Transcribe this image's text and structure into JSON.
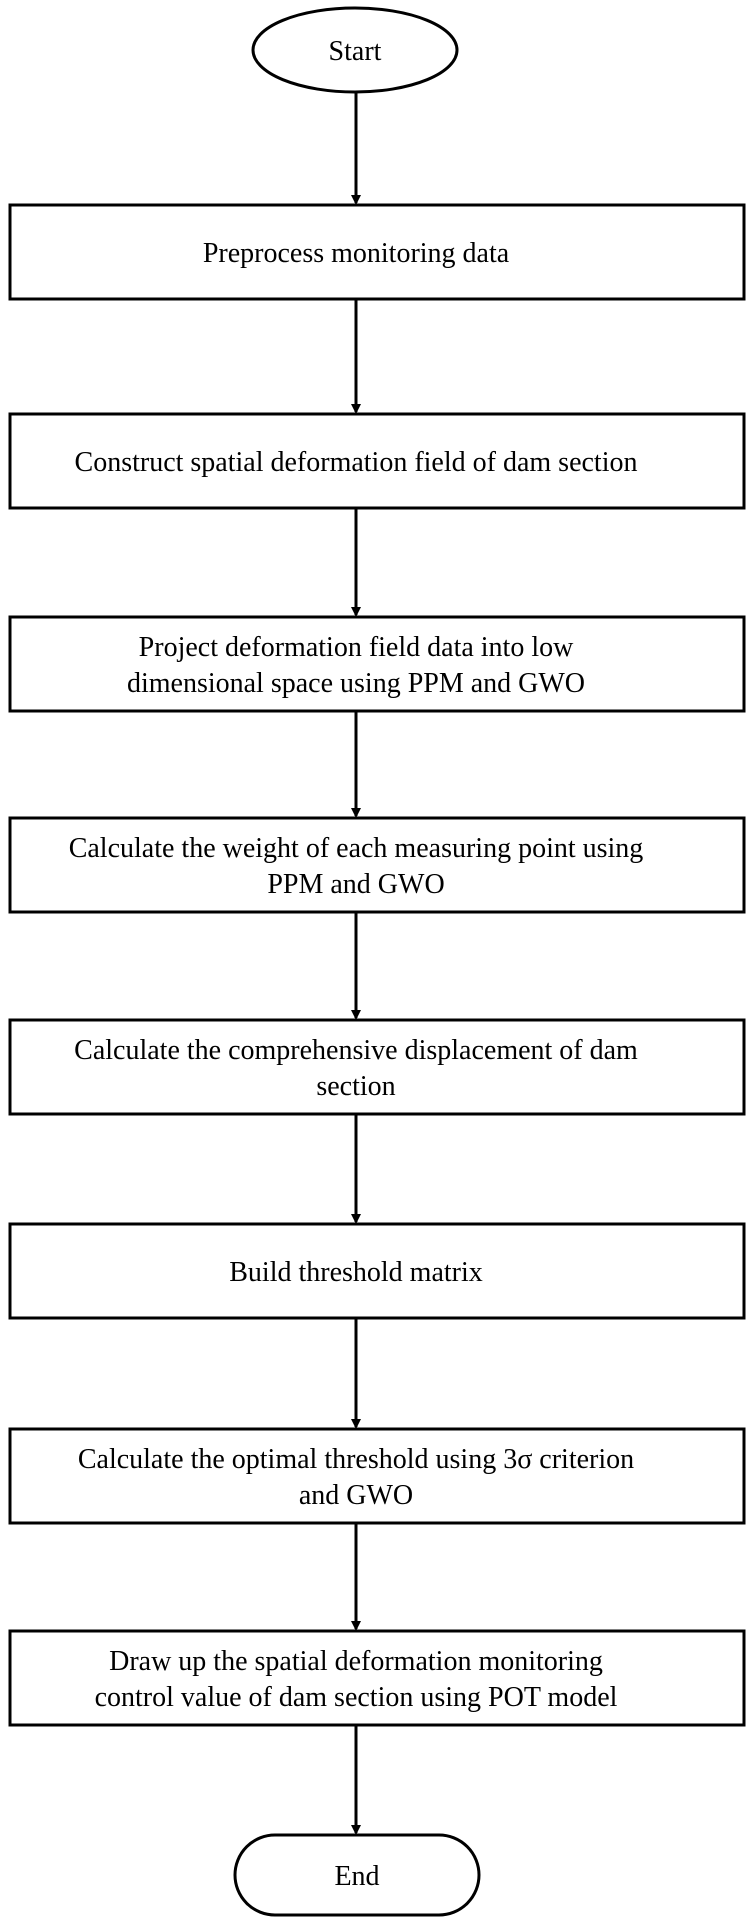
{
  "diagram": {
    "start_label": "Start",
    "end_label": "End",
    "steps": [
      {
        "id": "preprocess",
        "lines": [
          "Preprocess monitoring data"
        ]
      },
      {
        "id": "construct-field",
        "lines": [
          "Construct spatial deformation field of dam section"
        ]
      },
      {
        "id": "project-data",
        "lines": [
          "Project deformation field data into low",
          "dimensional space using PPM and GWO"
        ]
      },
      {
        "id": "calc-weight",
        "lines": [
          "Calculate the weight of each measuring point using",
          "PPM and GWO"
        ]
      },
      {
        "id": "calc-displacement",
        "lines": [
          "Calculate the comprehensive displacement of dam",
          "section"
        ]
      },
      {
        "id": "build-matrix",
        "lines": [
          "Build threshold matrix"
        ]
      },
      {
        "id": "calc-threshold",
        "lines": [
          "Calculate the optimal threshold using  3σ  criterion",
          "and GWO"
        ]
      },
      {
        "id": "control-value",
        "lines": [
          "Draw up the spatial deformation monitoring",
          "control value of dam section using POT model"
        ]
      }
    ]
  }
}
